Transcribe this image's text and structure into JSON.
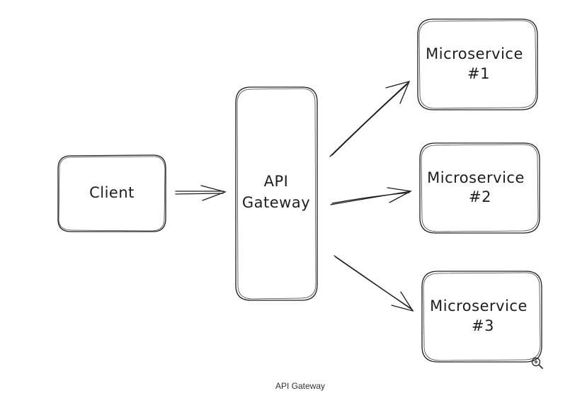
{
  "diagram": {
    "nodes": {
      "client": {
        "label": "Client"
      },
      "gateway": {
        "line1": "API",
        "line2": "Gateway"
      },
      "ms1": {
        "line1": "Microservice",
        "line2": "#1"
      },
      "ms2": {
        "line1": "Microservice",
        "line2": "#2"
      },
      "ms3": {
        "line1": "Microservice",
        "line2": "#3"
      }
    },
    "edges": [
      {
        "from": "Client",
        "to": "API Gateway"
      },
      {
        "from": "API Gateway",
        "to": "Microservice #1"
      },
      {
        "from": "API Gateway",
        "to": "Microservice #2"
      },
      {
        "from": "API Gateway",
        "to": "Microservice #3"
      }
    ]
  },
  "caption": "API Gateway",
  "icons": {
    "zoom": "zoom-in-icon"
  }
}
